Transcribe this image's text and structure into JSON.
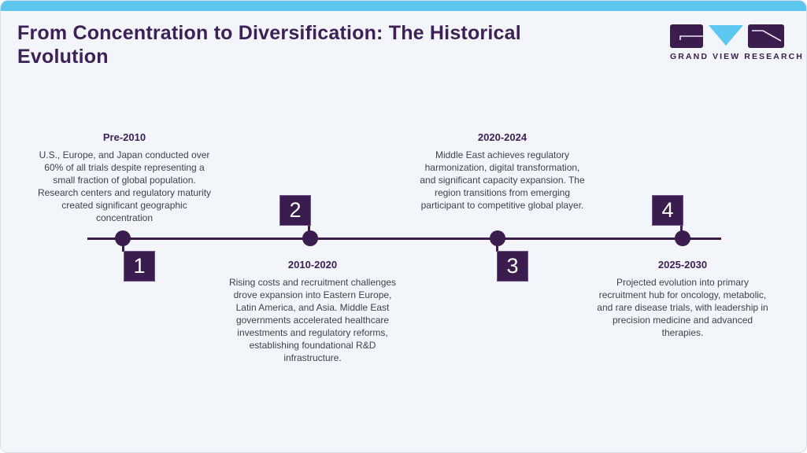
{
  "page": {
    "title": "From Concentration to Diversification: The Historical\nEvolution",
    "background_color": "#f2f6fa",
    "accent_bar_color": "#5ec7f0"
  },
  "logo": {
    "text": "GRAND VIEW RESEARCH",
    "brand_purple": "#3a1d4e",
    "brand_blue": "#5ec7f0"
  },
  "timeline": {
    "line_color": "#3a1d4e",
    "events": [
      {
        "number": "1",
        "period": "Pre-2010",
        "description": "U.S., Europe, and Japan conducted over 60% of all trials despite representing a small fraction of global population. Research centers and regulatory maturity created significant geographic concentration"
      },
      {
        "number": "2",
        "period": "2010-2020",
        "description": "Rising costs and recruitment challenges drove expansion into Eastern Europe, Latin America, and Asia. Middle East governments accelerated healthcare investments and regulatory reforms, establishing foundational R&D infrastructure."
      },
      {
        "number": "3",
        "period": "2020-2024",
        "description": "Middle East achieves regulatory harmonization, digital transformation, and significant capacity expansion. The region transitions from emerging participant to competitive global player."
      },
      {
        "number": "4",
        "period": "2025-2030",
        "description": "Projected evolution into primary recruitment hub for oncology, metabolic, and rare disease trials, with leadership in precision medicine and advanced therapies."
      }
    ]
  }
}
